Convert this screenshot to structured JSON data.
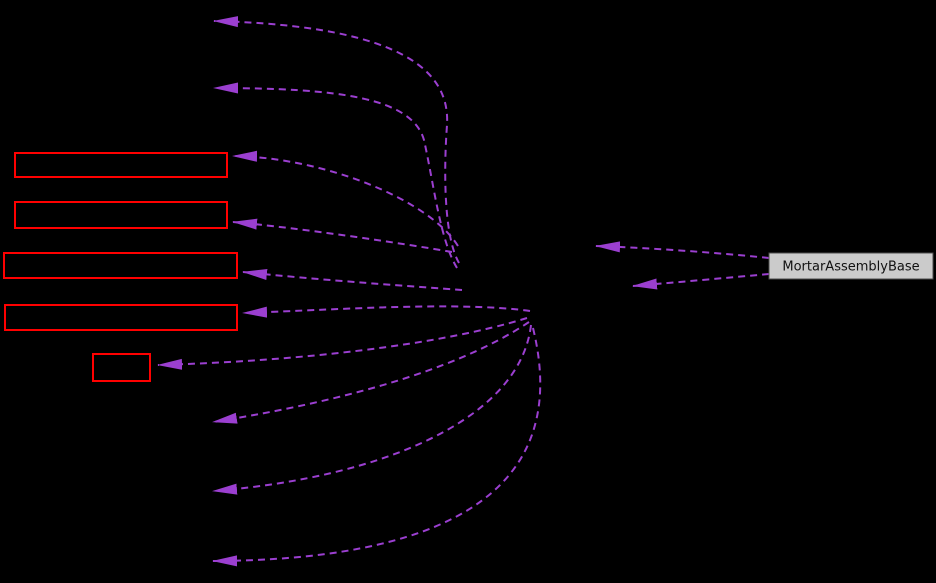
{
  "diagram": {
    "type": "collaboration-graph",
    "background_color": "#000000",
    "edge": {
      "color": "#9B3FD0",
      "style": "dashed",
      "from_center_count": 10,
      "from_labeled_node_count": 2
    },
    "nodes": {
      "labeled": {
        "label": "MortarAssemblyBase",
        "fill_color": "#CBCBCB",
        "border_color": "#4D4D4D",
        "text_color": "#111111"
      },
      "red_outline": {
        "count": 5,
        "border_color": "#FF0000",
        "fill_color": "#000000"
      }
    }
  }
}
